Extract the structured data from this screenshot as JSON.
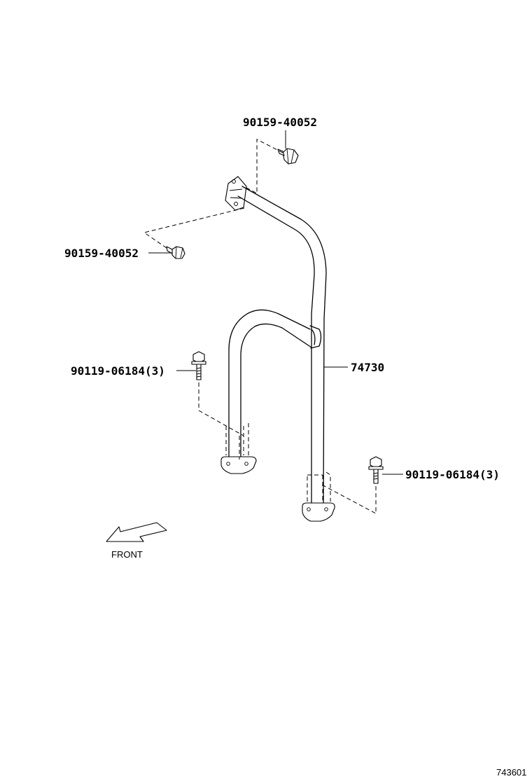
{
  "callouts": {
    "nut_top": "90159-40052",
    "nut_left": "90159-40052",
    "bolt_left": "90119-06184(3)",
    "bolt_right": "90119-06184(3)",
    "brace": "74730"
  },
  "direction_label": "FRONT",
  "illustration_number": "743601"
}
